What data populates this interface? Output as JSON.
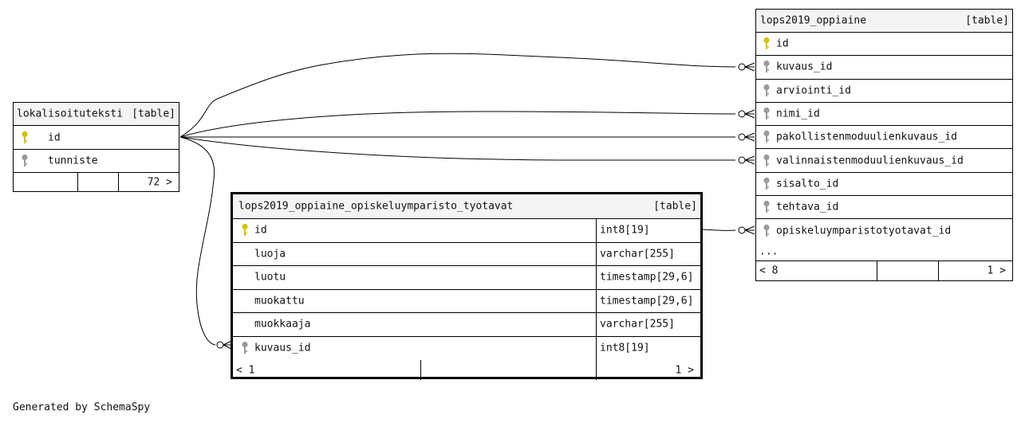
{
  "tables": {
    "lokalisoituteksti": {
      "name": "lokalisoituteksti",
      "type_label": "[table]",
      "columns": [
        {
          "name": "id",
          "key": "primary"
        },
        {
          "name": "tunniste",
          "key": "foreign"
        }
      ],
      "footer": {
        "parents": "",
        "children": "",
        "rows": "72 >"
      }
    },
    "oppiaine": {
      "name": "lops2019_oppiaine",
      "type_label": "[table]",
      "columns": [
        {
          "name": "id",
          "key": "primary"
        },
        {
          "name": "kuvaus_id",
          "key": "foreign"
        },
        {
          "name": "arviointi_id",
          "key": "foreign"
        },
        {
          "name": "nimi_id",
          "key": "foreign"
        },
        {
          "name": "pakollistenmoduulienkuvaus_id",
          "key": "foreign"
        },
        {
          "name": "valinnaistenmoduulienkuvaus_id",
          "key": "foreign"
        },
        {
          "name": "sisalto_id",
          "key": "foreign"
        },
        {
          "name": "tehtava_id",
          "key": "foreign"
        },
        {
          "name": "opiskeluymparistotyotavat_id",
          "key": "foreign"
        }
      ],
      "ellipsis": "...",
      "footer": {
        "parents": "< 8",
        "children": "",
        "rows": "1 >"
      }
    },
    "tyotavat": {
      "name": "lops2019_oppiaine_opiskeluymparisto_tyotavat",
      "type_label": "[table]",
      "columns": [
        {
          "name": "id",
          "type": "int8[19]",
          "key": "primary"
        },
        {
          "name": "luoja",
          "type": "varchar[255]",
          "key": ""
        },
        {
          "name": "luotu",
          "type": "timestamp[29,6]",
          "key": ""
        },
        {
          "name": "muokattu",
          "type": "timestamp[29,6]",
          "key": ""
        },
        {
          "name": "muokkaaja",
          "type": "varchar[255]",
          "key": ""
        },
        {
          "name": "kuvaus_id",
          "type": "int8[19]",
          "key": "foreign"
        }
      ],
      "footer": {
        "parents": "< 1",
        "children": "",
        "rows": "1 >"
      }
    }
  },
  "relationships": [
    {
      "from": "lops2019_oppiaine.kuvaus_id",
      "to": "lokalisoituteksti.id"
    },
    {
      "from": "lops2019_oppiaine.nimi_id",
      "to": "lokalisoituteksti.id"
    },
    {
      "from": "lops2019_oppiaine.pakollistenmoduulienkuvaus_id",
      "to": "lokalisoituteksti.id"
    },
    {
      "from": "lops2019_oppiaine.valinnaistenmoduulienkuvaus_id",
      "to": "lokalisoituteksti.id"
    },
    {
      "from": "lops2019_oppiaine_opiskeluymparisto_tyotavat.kuvaus_id",
      "to": "lokalisoituteksti.id"
    },
    {
      "from": "lops2019_oppiaine.opiskeluymparistotyotavat_id",
      "to": "lops2019_oppiaine_opiskeluymparisto_tyotavat.id"
    }
  ],
  "colors": {
    "primary_key": "#d4c200",
    "foreign_key": "#9a9a9a"
  },
  "generated_by": "Generated by SchemaSpy"
}
